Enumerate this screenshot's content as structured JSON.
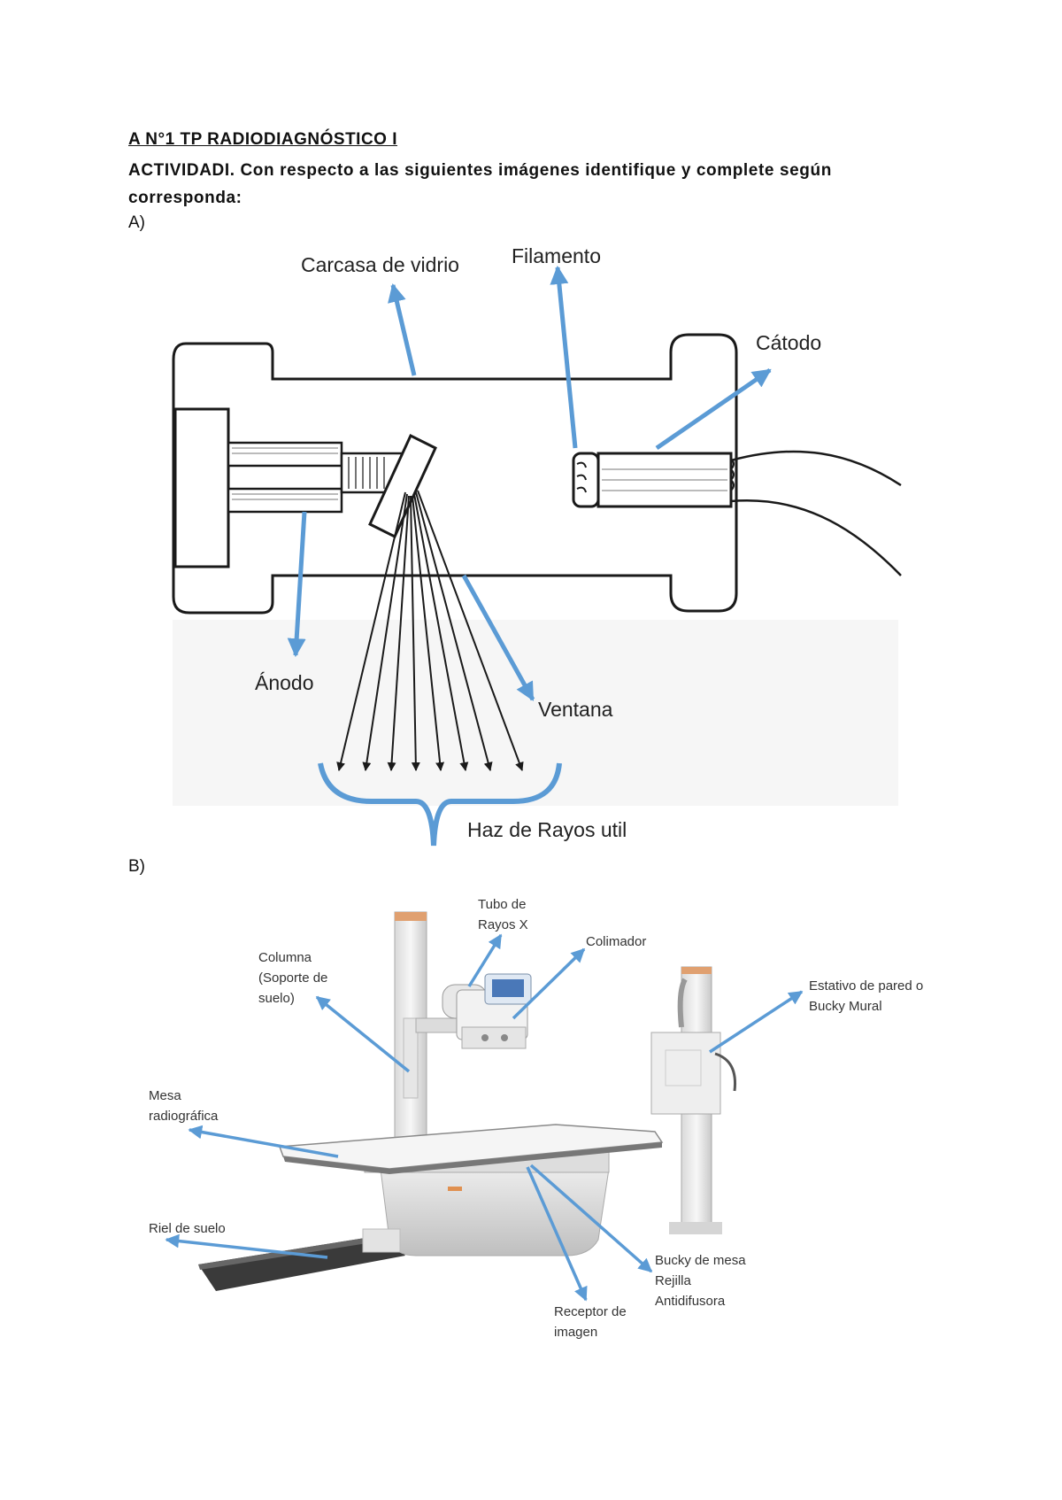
{
  "header": {
    "title": "A N°1 TP RADIODIAGNÓSTICO I",
    "activity_line1": "ACTIVIDADI. Con respecto a las siguientes imágenes identifique y complete según",
    "activity_line2": "corresponda:"
  },
  "section_a": {
    "label": "A)",
    "labels": {
      "carcasa": "Carcasa de vidrio",
      "filamento": "Filamento",
      "catodo": "Cátodo",
      "anodo": "Ánodo",
      "ventana": "Ventana",
      "haz": "Haz de Rayos util"
    }
  },
  "section_b": {
    "label": "B)",
    "labels": {
      "tubo": [
        "Tubo de",
        "Rayos X"
      ],
      "colimador": "Colimador",
      "columna": [
        "Columna",
        "(Soporte de",
        "suelo)"
      ],
      "estativo": [
        "Estativo de pared o",
        "Bucky Mural"
      ],
      "mesa": [
        "Mesa",
        "radiográfica"
      ],
      "riel": "Riel de suelo",
      "bucky": [
        "Bucky de mesa",
        "Rejilla",
        "Antidifusora"
      ],
      "receptor": [
        "Receptor de",
        "imagen"
      ]
    }
  },
  "colors": {
    "arrow": "#5b9bd5",
    "line": "#1a1a1a"
  }
}
